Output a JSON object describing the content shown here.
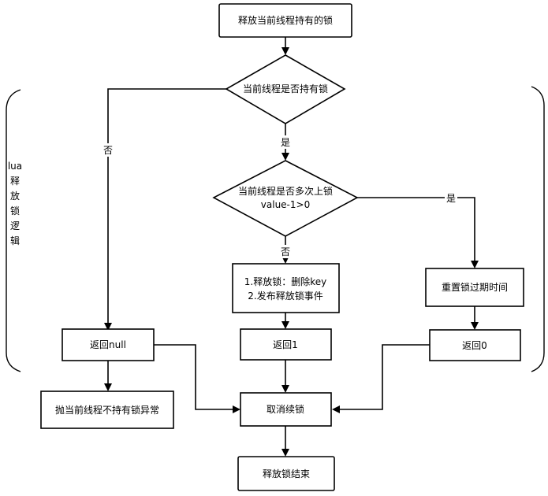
{
  "nodes": {
    "release_start": "释放当前线程持有的锁",
    "is_holding": "当前线程是否持有锁",
    "multi_lock_line1": "当前线程是否多次上锁",
    "multi_lock_line2": "value-1>0",
    "release_line1": "1.释放锁：删除key",
    "release_line2": "2.发布释放锁事件",
    "reset_expire": "重置锁过期时间",
    "return_null": "返回null",
    "return_1": "返回1",
    "return_0": "返回0",
    "throw_exception": "抛当前线程不持有锁异常",
    "cancel_renewal": "取消续锁",
    "release_end": "释放锁结束"
  },
  "edge_labels": {
    "no_1": "否",
    "yes_1": "是",
    "no_2": "否",
    "yes_2": "是"
  },
  "side_label": [
    "lua",
    "释",
    "放",
    "锁",
    "逻",
    "辑"
  ]
}
